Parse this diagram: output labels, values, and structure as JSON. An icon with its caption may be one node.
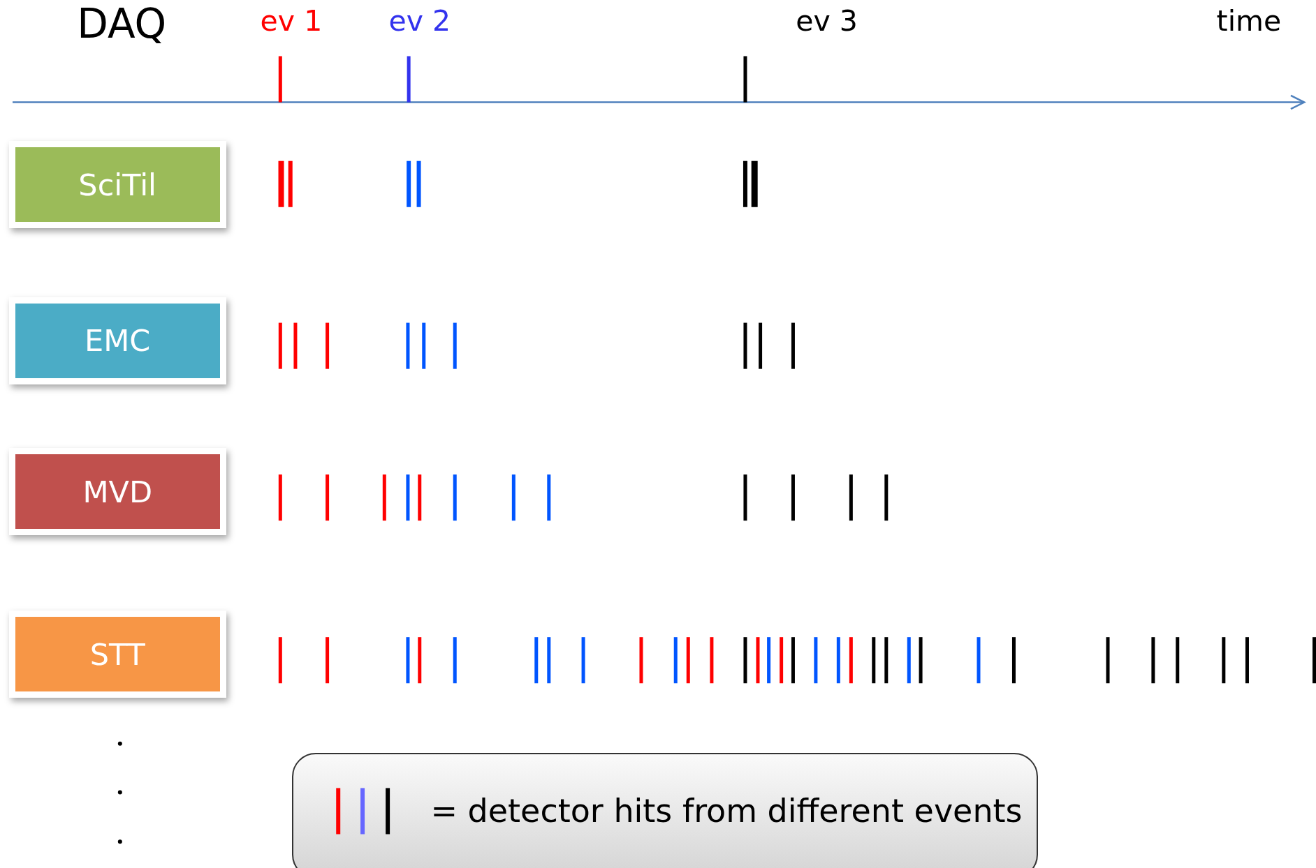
{
  "diagram": {
    "title": "DAQ",
    "nodes": [
      {
        "text": [
          "SciTil"
        ]
      },
      {
        "text": [
          "EMC"
        ]
      },
      {
        "text": [
          "MVD"
        ]
      },
      {
        "text": [
          "STT"
        ]
      }
    ],
    "edges": [],
    "labels": [
      "ev 1",
      "ev 2",
      "ev 3",
      "time"
    ],
    "legend": [
      {
        "text": "= detector hits from different events"
      }
    ]
  }
}
